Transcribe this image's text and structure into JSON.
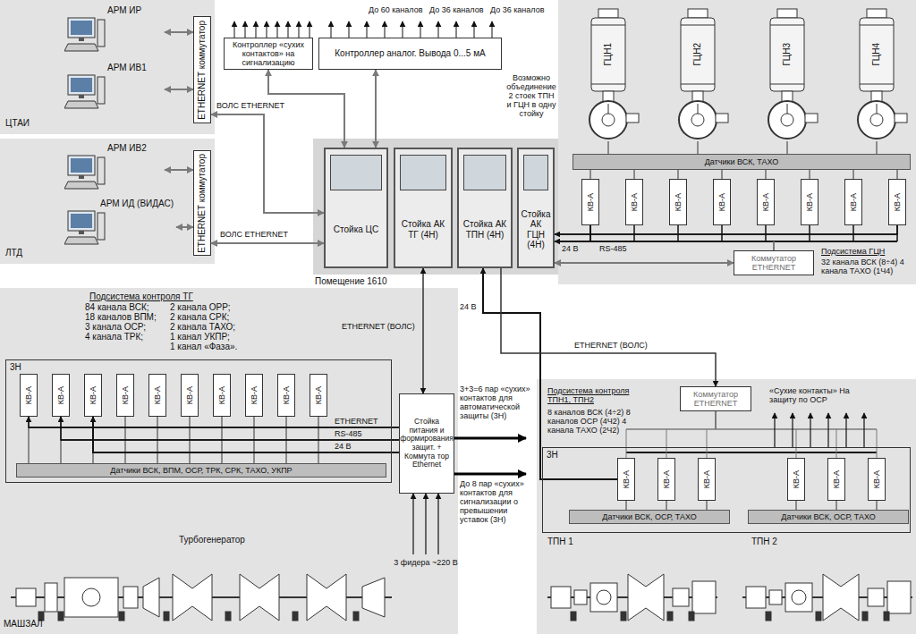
{
  "diagram": {
    "nodes": [
      {
        "text": [
          "ЦТАИ"
        ]
      },
      {
        "text": [
          "АРМ ИР"
        ],
        "in": 0
      },
      {
        "text": [
          "АРМ ИВ1"
        ],
        "in": 0
      },
      {
        "text": [
          "ETHERNET коммутатор"
        ],
        "in": 0
      },
      {
        "text": [
          "ЛТД"
        ]
      },
      {
        "text": [
          "АРМ ИВ2"
        ],
        "in": 4
      },
      {
        "text": [
          "АРМ ИД (ВИДАС)"
        ],
        "in": 4
      },
      {
        "text": [
          "ETHERNET коммутатор"
        ],
        "in": 4
      },
      {
        "text": [
          "Контроллер «сухих контактов» на сигнализацию"
        ]
      },
      {
        "text": [
          "Контроллер аналог. Вывода 0...5 мА"
        ]
      },
      {
        "text": [
          "Помещение 1610"
        ]
      },
      {
        "text": [
          "Стойка ЦС"
        ],
        "in": 10
      },
      {
        "text": [
          "Стойка АК ТГ (4Н)"
        ],
        "in": 10
      },
      {
        "text": [
          "Стойка АК ТПН (4Н)"
        ],
        "in": 10
      },
      {
        "text": [
          "Стойка АК ГЦН (4Н)"
        ],
        "in": 10
      },
      {
        "text": [
          "Подсистема ГЦН",
          "32 канала ВСК (8÷4) 4 канала ТАХО (1Ч4)"
        ]
      },
      {
        "text": [
          "ГЦН1"
        ],
        "in": 15
      },
      {
        "text": [
          "ГЦН2"
        ],
        "in": 15
      },
      {
        "text": [
          "ГЦН3"
        ],
        "in": 15
      },
      {
        "text": [
          "ГЦН4"
        ],
        "in": 15
      },
      {
        "text": [
          "Датчики ВСК, ТАХО"
        ],
        "in": 15
      },
      {
        "text": [
          "КВ-А"
        ],
        "in": 15
      },
      {
        "text": [
          "КВ-А"
        ],
        "in": 15
      },
      {
        "text": [
          "КВ-А"
        ],
        "in": 15
      },
      {
        "text": [
          "КВ-А"
        ],
        "in": 15
      },
      {
        "text": [
          "КВ-А"
        ],
        "in": 15
      },
      {
        "text": [
          "КВ-А"
        ],
        "in": 15
      },
      {
        "text": [
          "КВ-А"
        ],
        "in": 15
      },
      {
        "text": [
          "КВ-А"
        ],
        "in": 15
      },
      {
        "text": [
          "Коммутатор ETHERNET"
        ],
        "in": 15
      },
      {
        "text": [
          "Подсистема контроля ТГ"
        ]
      },
      {
        "text": [
          "3Н"
        ],
        "in": 30
      },
      {
        "text": [
          "КВ-А"
        ],
        "in": 31
      },
      {
        "text": [
          "КВ-А"
        ],
        "in": 31
      },
      {
        "text": [
          "КВ-А"
        ],
        "in": 31
      },
      {
        "text": [
          "КВ-А"
        ],
        "in": 31
      },
      {
        "text": [
          "КВ-А"
        ],
        "in": 31
      },
      {
        "text": [
          "КВ-А"
        ],
        "in": 31
      },
      {
        "text": [
          "КВ-А"
        ],
        "in": 31
      },
      {
        "text": [
          "КВ-А"
        ],
        "in": 31
      },
      {
        "text": [
          "КВ-А"
        ],
        "in": 31
      },
      {
        "text": [
          "КВ-А"
        ],
        "in": 31
      },
      {
        "text": [
          "Датчики ВСК, ВПМ, ОСР, ТРК, СРК, ТАХО, УКПР"
        ],
        "in": 31
      },
      {
        "text": [
          "Стойка питания и формирования защит. + Коммута тор Ethernet"
        ],
        "in": 30
      },
      {
        "text": [
          "Подсистема контроля ТПН1, ТПН2",
          "8 каналов ВСК (4÷2) 8 каналов ОСР (4Ч2) 4 канала ТАХО (2Ч2)"
        ]
      },
      {
        "text": [
          "Коммутатор ETHERNET"
        ],
        "in": 44
      },
      {
        "text": [
          "3Н"
        ],
        "in": 44
      },
      {
        "text": [
          "КВ-А"
        ],
        "in": 46
      },
      {
        "text": [
          "КВ-А"
        ],
        "in": 46
      },
      {
        "text": [
          "КВ-А"
        ],
        "in": 46
      },
      {
        "text": [
          "КВ-А"
        ],
        "in": 46
      },
      {
        "text": [
          "КВ-А"
        ],
        "in": 46
      },
      {
        "text": [
          "КВ-А"
        ],
        "in": 46
      },
      {
        "text": [
          "Датчики ВСК, ОСР, ТАХО"
        ],
        "in": 46
      },
      {
        "text": [
          "Датчики ВСК, ОСР, ТАХО"
        ],
        "in": 46
      }
    ],
    "edges": [
      {
        "from": 1,
        "to": 3,
        "arrow": "both"
      },
      {
        "from": 2,
        "to": 3,
        "arrow": "both"
      },
      {
        "from": 5,
        "to": 7,
        "arrow": "both"
      },
      {
        "from": 6,
        "to": 7,
        "arrow": "both"
      },
      {
        "from": 3,
        "to": 11,
        "label": "ВОЛС ETHERNET",
        "arrow": "both"
      },
      {
        "from": 7,
        "to": 11,
        "label": "ВОЛС ETHERNET",
        "arrow": "both"
      },
      {
        "from": 8,
        "to": 11,
        "arrow": "both"
      },
      {
        "from": 9,
        "to": 11,
        "arrow": "both"
      },
      {
        "from": 21,
        "to": 14,
        "label": "24 В",
        "arrow": "to"
      },
      {
        "from": 28,
        "to": 14,
        "label": "RS-485",
        "arrow": "to"
      },
      {
        "from": 14,
        "to": 29,
        "arrow": "both"
      },
      {
        "from": 12,
        "to": 43,
        "label": "ETHERNET (ВОЛС)",
        "arrow": "both"
      },
      {
        "from": 43,
        "to": 32,
        "label": "ETHERNET",
        "arrow": "to"
      },
      {
        "from": 43,
        "to": 33,
        "label": "RS-485",
        "arrow": "to"
      },
      {
        "from": 43,
        "to": 34,
        "label": "24 В",
        "arrow": "to"
      },
      {
        "from": 47,
        "to": 13,
        "label": "24 В",
        "arrow": "to"
      },
      {
        "from": 13,
        "to": 45,
        "label": "ETHERNET (ВОЛС)",
        "arrow": "to"
      }
    ],
    "labels": [
      "До 60 каналов",
      "До 36 каналов",
      "До 36 каналов",
      "Возможно объединение 2 стоек ТПН и ГЦН в одну стойку",
      "84 канала ВСК;",
      "18 каналов ВПМ;",
      "3 канала ОСР;",
      "4 канала ТРК;",
      "2 канала ОРР;",
      "2 канала СРК;",
      "2 канала ТАХО;",
      "1 канал УКПР;",
      "1 канал «Фаза».",
      "3+3=6 пар «сухих» контактов для автоматической защиты (3Н)",
      "До 8 пар «сухих» контактов для сигнализации о превышении уставок (3Н)",
      "3 фидера ~220 В",
      "Турбогенератор",
      "МАШЗАЛ",
      "«Сухие контакты» На защиту по ОСР",
      "ТПН 1",
      "ТПН 2"
    ]
  }
}
